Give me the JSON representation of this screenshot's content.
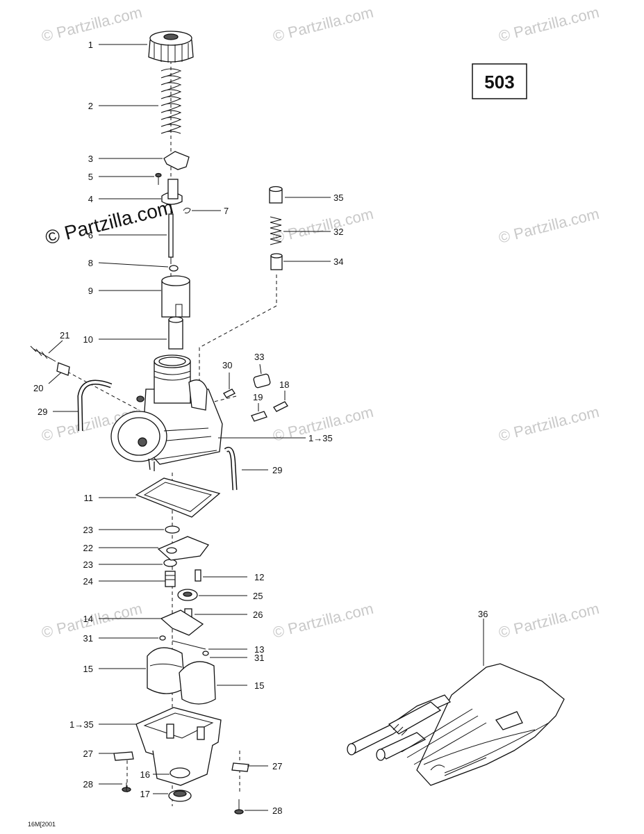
{
  "diagram_code": "503",
  "figure_code": "16M[2001",
  "watermark": "© Partzilla.com",
  "callouts": {
    "c1": "1",
    "c2": "2",
    "c3": "3",
    "c4": "4",
    "c5": "5",
    "c6": "6",
    "c7": "7",
    "c8": "8",
    "c9": "9",
    "c10": "10",
    "c11": "11",
    "c12": "12",
    "c13": "13",
    "c14": "14",
    "c15a": "15",
    "c15b": "15",
    "c16": "16",
    "c17": "17",
    "c18": "18",
    "c19": "19",
    "c20": "20",
    "c21": "21",
    "c22": "22",
    "c23a": "23",
    "c23b": "23",
    "c24": "24",
    "c25": "25",
    "c26": "26",
    "c27a": "27",
    "c27b": "27",
    "c28a": "28",
    "c28b": "28",
    "c29a": "29",
    "c29b": "29",
    "c30": "30",
    "c31a": "31",
    "c31b": "31",
    "c32": "32",
    "c33": "33",
    "c34": "34",
    "c35": "35",
    "c36": "36",
    "range_a": "1→35",
    "range_b": "1→35"
  }
}
